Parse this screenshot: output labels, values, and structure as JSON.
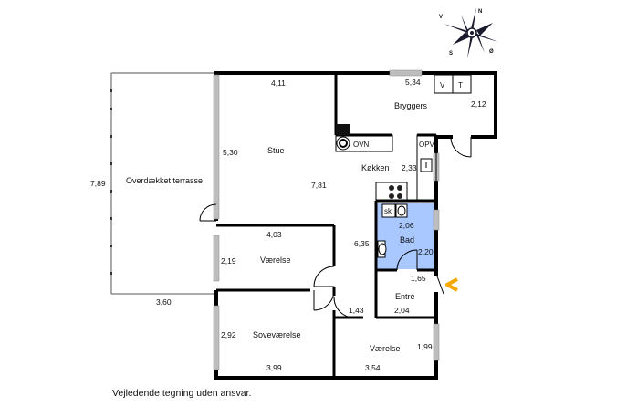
{
  "compass": {
    "n": "N",
    "v": "V",
    "s": "S",
    "o": "Ø"
  },
  "rooms": {
    "terrace": "Overdækket terrasse",
    "stue": "Stue",
    "bryggers": "Bryggers",
    "kokken": "Køkken",
    "bad": "Bad",
    "entre": "Entré",
    "vaerelse1": "Værelse",
    "sovevaerelse": "Soveværelse",
    "vaerelse2": "Værelse"
  },
  "fixtures": {
    "v": "V",
    "t": "T",
    "ovn": "OVN",
    "opv": "OPV",
    "sk": "sk"
  },
  "dimensions": {
    "terrace_h": "7,89",
    "terrace_w": "3,60",
    "stue_w": "4,11",
    "stue_h": "5,30",
    "stue_d": "7,81",
    "bryggers_w": "5,34",
    "bryggers_h": "2,12",
    "kokken_w": "2,33",
    "bad_w": "2,06",
    "bad_h": "2,20",
    "hall_h": "6,35",
    "vaer1_w": "4,03",
    "vaer1_h": "2,19",
    "entre_w": "1,65",
    "entre_d": "2,04",
    "hall_w": "1,43",
    "sove_h": "2,92",
    "sove_w": "3,99",
    "vaer2_h": "1,99",
    "vaer2_w": "3,54"
  },
  "colors": {
    "bathroom_fill": "#a8c8ff",
    "entrance_arrow": "#f5a800"
  },
  "disclaimer": "Vejledende tegning uden ansvar."
}
